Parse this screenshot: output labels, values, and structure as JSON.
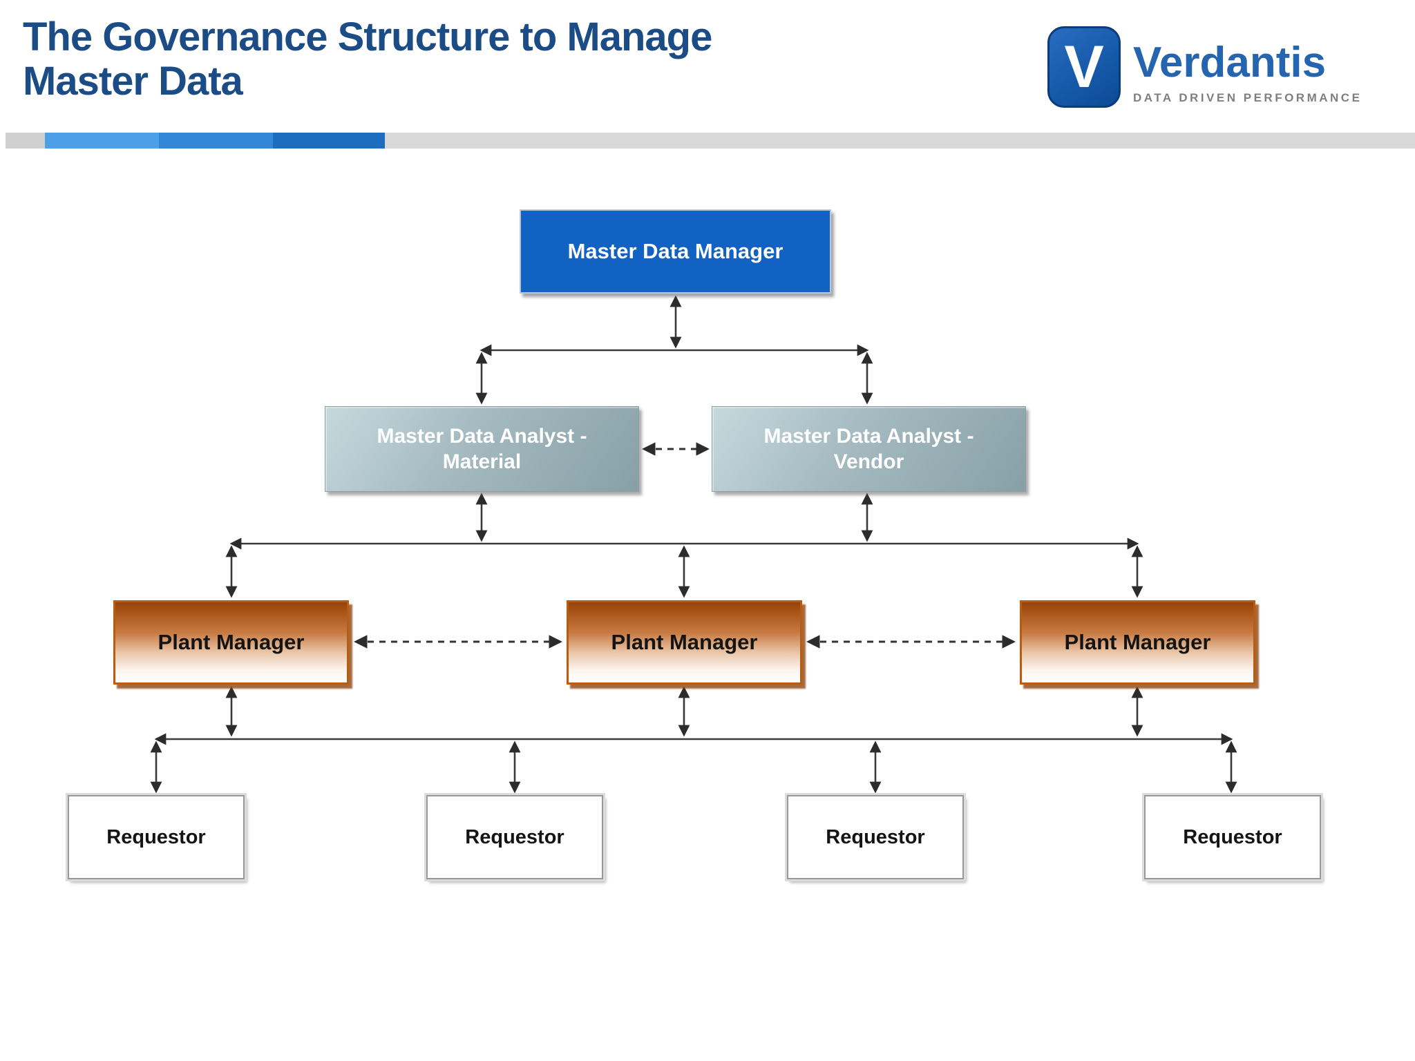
{
  "header": {
    "title_line1": "The Governance Structure to Manage",
    "title_line2": "Master Data",
    "logo": {
      "letter": "V",
      "name": "Verdantis",
      "tagline": "DATA DRIVEN PERFORMANCE"
    }
  },
  "colors": {
    "title_blue": "#1c4c85",
    "logo_blue": "#2565b0",
    "manager_box_blue": "#1262c4",
    "analyst_box_slate_light": "#c6d9dd",
    "analyst_box_slate_dark": "#87a0a7",
    "plant_box_orange": "#b85c12",
    "accent_bar": [
      "#cfcfcf",
      "#4da0e8",
      "#3287d9",
      "#1c6cbf",
      "#d9d9d9"
    ],
    "connector": "#3a3a3a"
  },
  "diagram": {
    "manager": {
      "label": "Master Data Manager"
    },
    "analysts": [
      {
        "line1": "Master Data Analyst -",
        "line2": "Material"
      },
      {
        "line1": "Master Data Analyst -",
        "line2": "Vendor"
      }
    ],
    "plant_managers": [
      {
        "label": "Plant Manager"
      },
      {
        "label": "Plant Manager"
      },
      {
        "label": "Plant Manager"
      }
    ],
    "requestors": [
      {
        "label": "Requestor"
      },
      {
        "label": "Requestor"
      },
      {
        "label": "Requestor"
      },
      {
        "label": "Requestor"
      }
    ]
  }
}
